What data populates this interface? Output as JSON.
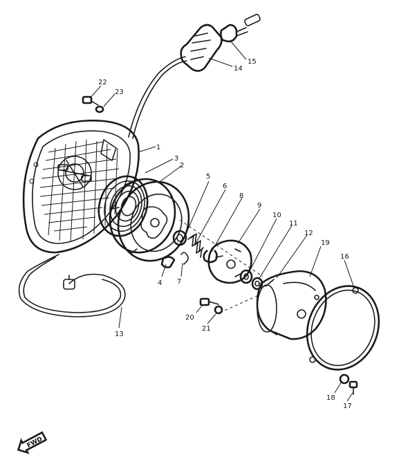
{
  "diagram": {
    "callouts": [
      {
        "id": "c1",
        "label": "1"
      },
      {
        "id": "c2",
        "label": "2"
      },
      {
        "id": "c3",
        "label": "3"
      },
      {
        "id": "c4",
        "label": "4"
      },
      {
        "id": "c5",
        "label": "5"
      },
      {
        "id": "c6",
        "label": "6"
      },
      {
        "id": "c7",
        "label": "7"
      },
      {
        "id": "c8",
        "label": "8"
      },
      {
        "id": "c9",
        "label": "9"
      },
      {
        "id": "c10",
        "label": "10"
      },
      {
        "id": "c11",
        "label": "11"
      },
      {
        "id": "c12",
        "label": "12"
      },
      {
        "id": "c13",
        "label": "13"
      },
      {
        "id": "c14",
        "label": "14"
      },
      {
        "id": "c15",
        "label": "15"
      },
      {
        "id": "c16",
        "label": "16"
      },
      {
        "id": "c17",
        "label": "17"
      },
      {
        "id": "c18",
        "label": "18"
      },
      {
        "id": "c19",
        "label": "19"
      },
      {
        "id": "c20",
        "label": "20"
      },
      {
        "id": "c21",
        "label": "21"
      },
      {
        "id": "c22",
        "label": "22"
      },
      {
        "id": "c23",
        "label": "23"
      }
    ],
    "direction_marker": "FWD"
  }
}
